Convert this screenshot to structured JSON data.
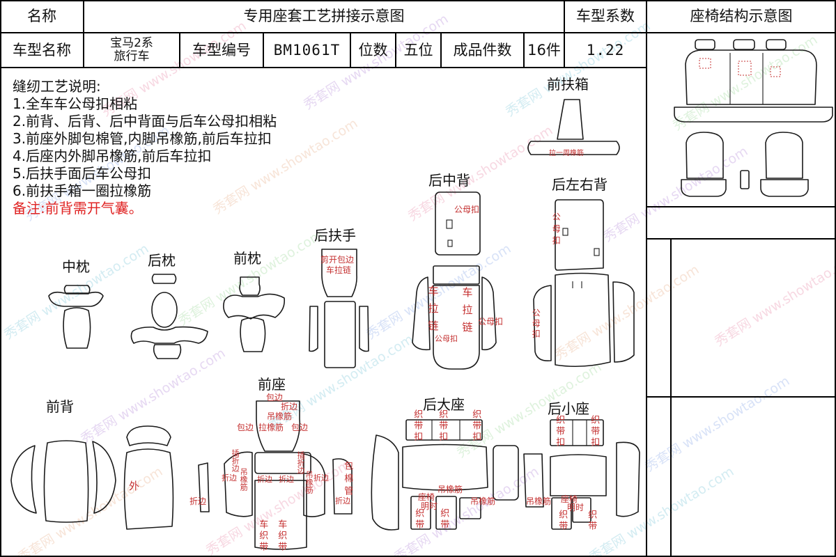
{
  "header": {
    "name_label": "名称",
    "title": "专用座套工艺拼接示意图",
    "coef_label": "车型系数",
    "structure_label": "座椅结构示意图",
    "model_name_label": "车型名称",
    "model_name_line1": "宝马2系",
    "model_name_line2": "旅行车",
    "model_code_label": "车型编号",
    "model_code": "BM1061T",
    "seats_label": "位数",
    "seats": "五位",
    "pieces_label": "成品件数",
    "pieces": "16件",
    "coef": "1.22"
  },
  "notes": {
    "heading": "缝纫工艺说明:",
    "items": [
      "1.全车车公母扣相粘",
      "2.前背、后背、后中背面与后车公母扣相粘",
      "3.前座外脚包棉管,内脚吊橡筋,前后车拉扣",
      "4.后座内外脚吊橡筋,前后车拉扣",
      "5.后扶手面后车公母扣",
      "6.前扶手箱一圈拉橡筋"
    ],
    "remark": "备注:前背需开气囊。"
  },
  "sections": {
    "front_armrest_box": "前扶箱",
    "rear_mid_back": "后中背",
    "rear_side_back": "后左右背",
    "rear_armrest": "后扶手",
    "mid_pillow": "中枕",
    "rear_pillow": "后枕",
    "front_pillow": "前枕",
    "front_seat": "前座",
    "front_back": "前背",
    "rear_big_seat": "后大座",
    "rear_small_seat": "后小座"
  },
  "annotations": {
    "armrest_box_elastic": "拉一周橡筋",
    "mid_back_snap": "公母扣",
    "mid_back_zip_left": "车拉链",
    "mid_back_zip_right": "车拉链",
    "mid_back_snap_right": "公母扣",
    "mid_back_snap_bottom": "公母扣",
    "side_back_snap_top": "公母扣",
    "side_back_snap_left": "公母扣",
    "rear_armrest_cut": "剪开包边",
    "rear_armrest_zip": "车拉链",
    "front_back_outer": "外",
    "front_back_fold": "折边",
    "front_seat": {
      "binding_top": "包边",
      "fold_top": "折边",
      "elastic_hang_top": "吊橡筋",
      "binding_left": "包边",
      "elastic_pull": "拉橡筋",
      "binding_right": "包边",
      "insert_fold_left": "插折边",
      "elastic_hang_left": "吊橡筋",
      "fold_left": "折边",
      "fold_mid_left": "折边",
      "fold_mid_right": "折边",
      "insert_fold_right": "插折边",
      "elastic_hang_right": "吊橡筋",
      "fold_right": "折边",
      "webbing_left": "车织带",
      "webbing_right": "车织带",
      "cotton_tube": "包棉管",
      "fold_side": "折边"
    },
    "rear_big_seat": {
      "webbing_buckle_1": "织带扣",
      "webbing_buckle_2": "织带扣",
      "webbing_buckle_3": "织带扣",
      "seat_note_1": "座椅",
      "seat_note_2": "明时",
      "elastic_1": "吊橡筋",
      "elastic_2": "吊橡筋",
      "webbing_1": "织带",
      "webbing_2": "织带"
    },
    "rear_small_seat": {
      "webbing_buckle_1": "织带扣",
      "webbing_buckle_2": "织带扣",
      "elastic": "吊橡筋",
      "seat_note_1": "座椅",
      "seat_note_2": "明时",
      "webbing_1": "织带",
      "webbing_2": "织带"
    }
  },
  "watermark": {
    "brand": "秀套网",
    "url": "www.showtao.com"
  },
  "colors": {
    "line": "#1a1a1a",
    "annotation": "#c43030",
    "remark": "#e02424",
    "watermark": [
      "#e88aa8",
      "#b48ad8",
      "#7cc6d8",
      "#9ed89a",
      "#8aa8e8",
      "#e8b08a"
    ]
  }
}
